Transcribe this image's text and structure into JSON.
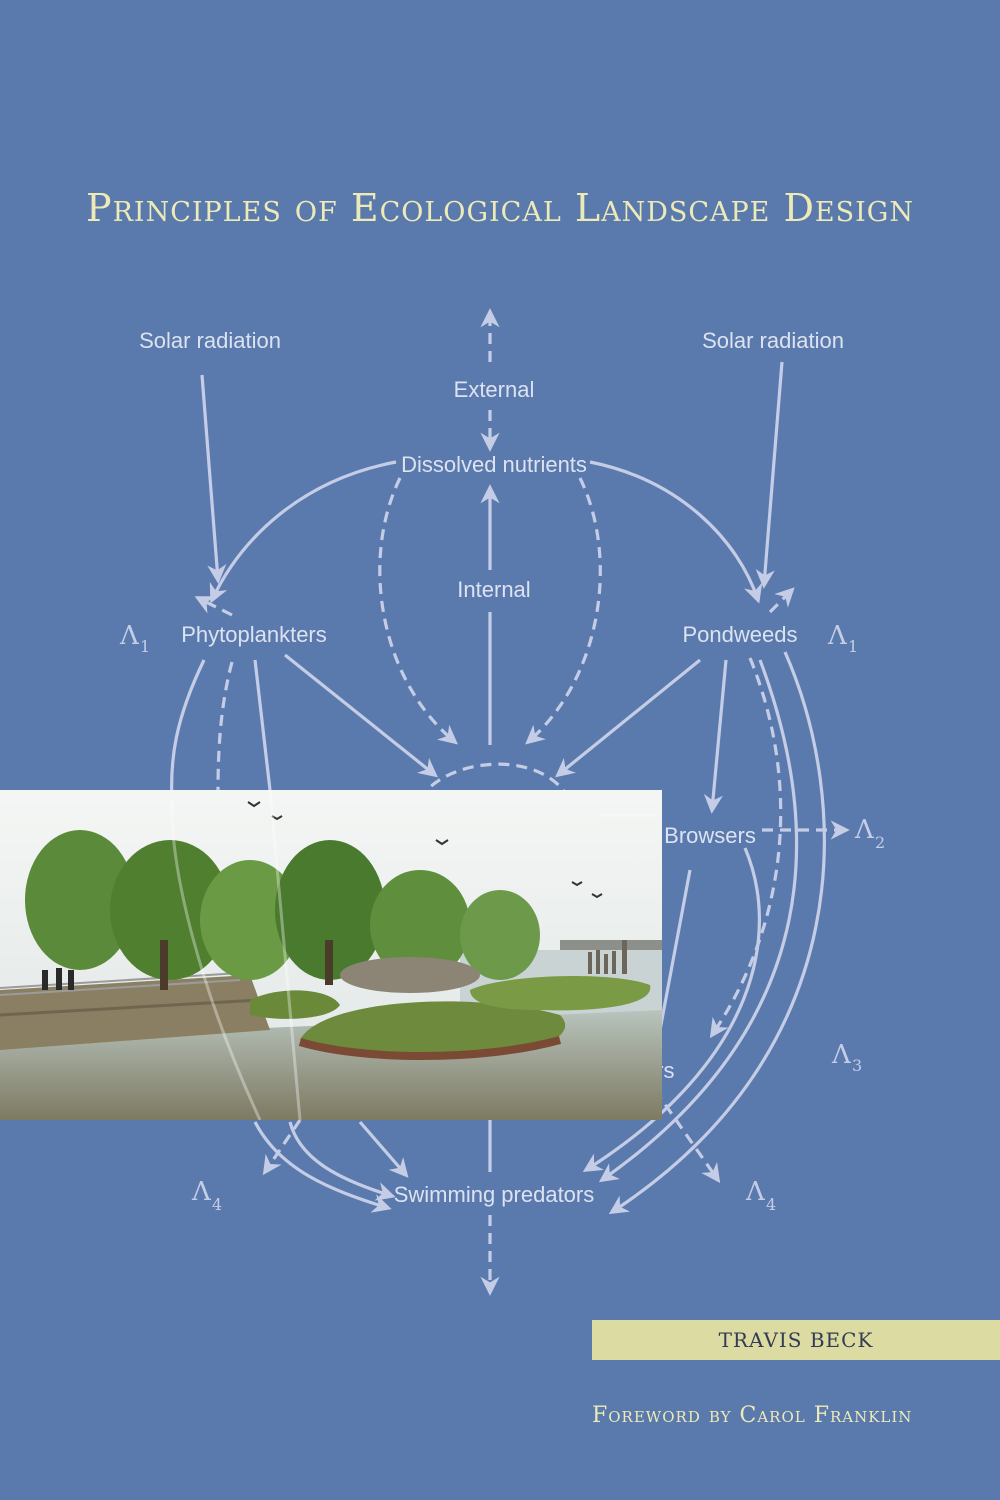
{
  "title": "Principles of Ecological Landscape Design",
  "diagram": {
    "solar_left": "Solar radiation",
    "solar_right": "Solar radiation",
    "external": "External",
    "dissolved": "Dissolved nutrients",
    "internal": "Internal",
    "phyto": "Phytoplankters",
    "pondweeds": "Pondweeds",
    "browsers": "Browsers",
    "predators": "predators",
    "swimming": "Swimming predators",
    "lambda": "Λ",
    "sub1": "1",
    "sub2": "2",
    "sub3": "3",
    "sub4": "4"
  },
  "author": "TRAVIS BECK",
  "foreword": "Foreword by Carol Franklin",
  "colors": {
    "background": "#5a7aad",
    "title_text": "#eeeab7",
    "author_bar": "#dcdca2",
    "diagram_lines": "#c5cde6"
  }
}
